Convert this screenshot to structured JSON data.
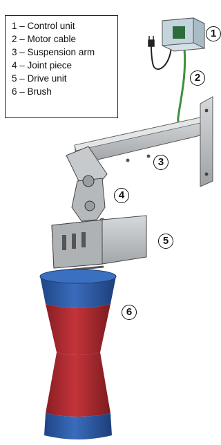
{
  "legend": {
    "items": [
      "1 – Control unit",
      "2 – Motor cable",
      "3 – Suspension arm",
      "4 – Joint piece",
      "5 – Drive unit",
      "6 – Brush"
    ]
  },
  "callouts": [
    "1",
    "2",
    "3",
    "4",
    "5",
    "6"
  ],
  "colors": {
    "steel": "#b9bcbe",
    "steel_dark": "#7d8184",
    "control_box": "#c9d8e0",
    "cable": "#3f8f3c",
    "brush_blue": "#2f5fa8",
    "brush_red": "#b02a30"
  }
}
